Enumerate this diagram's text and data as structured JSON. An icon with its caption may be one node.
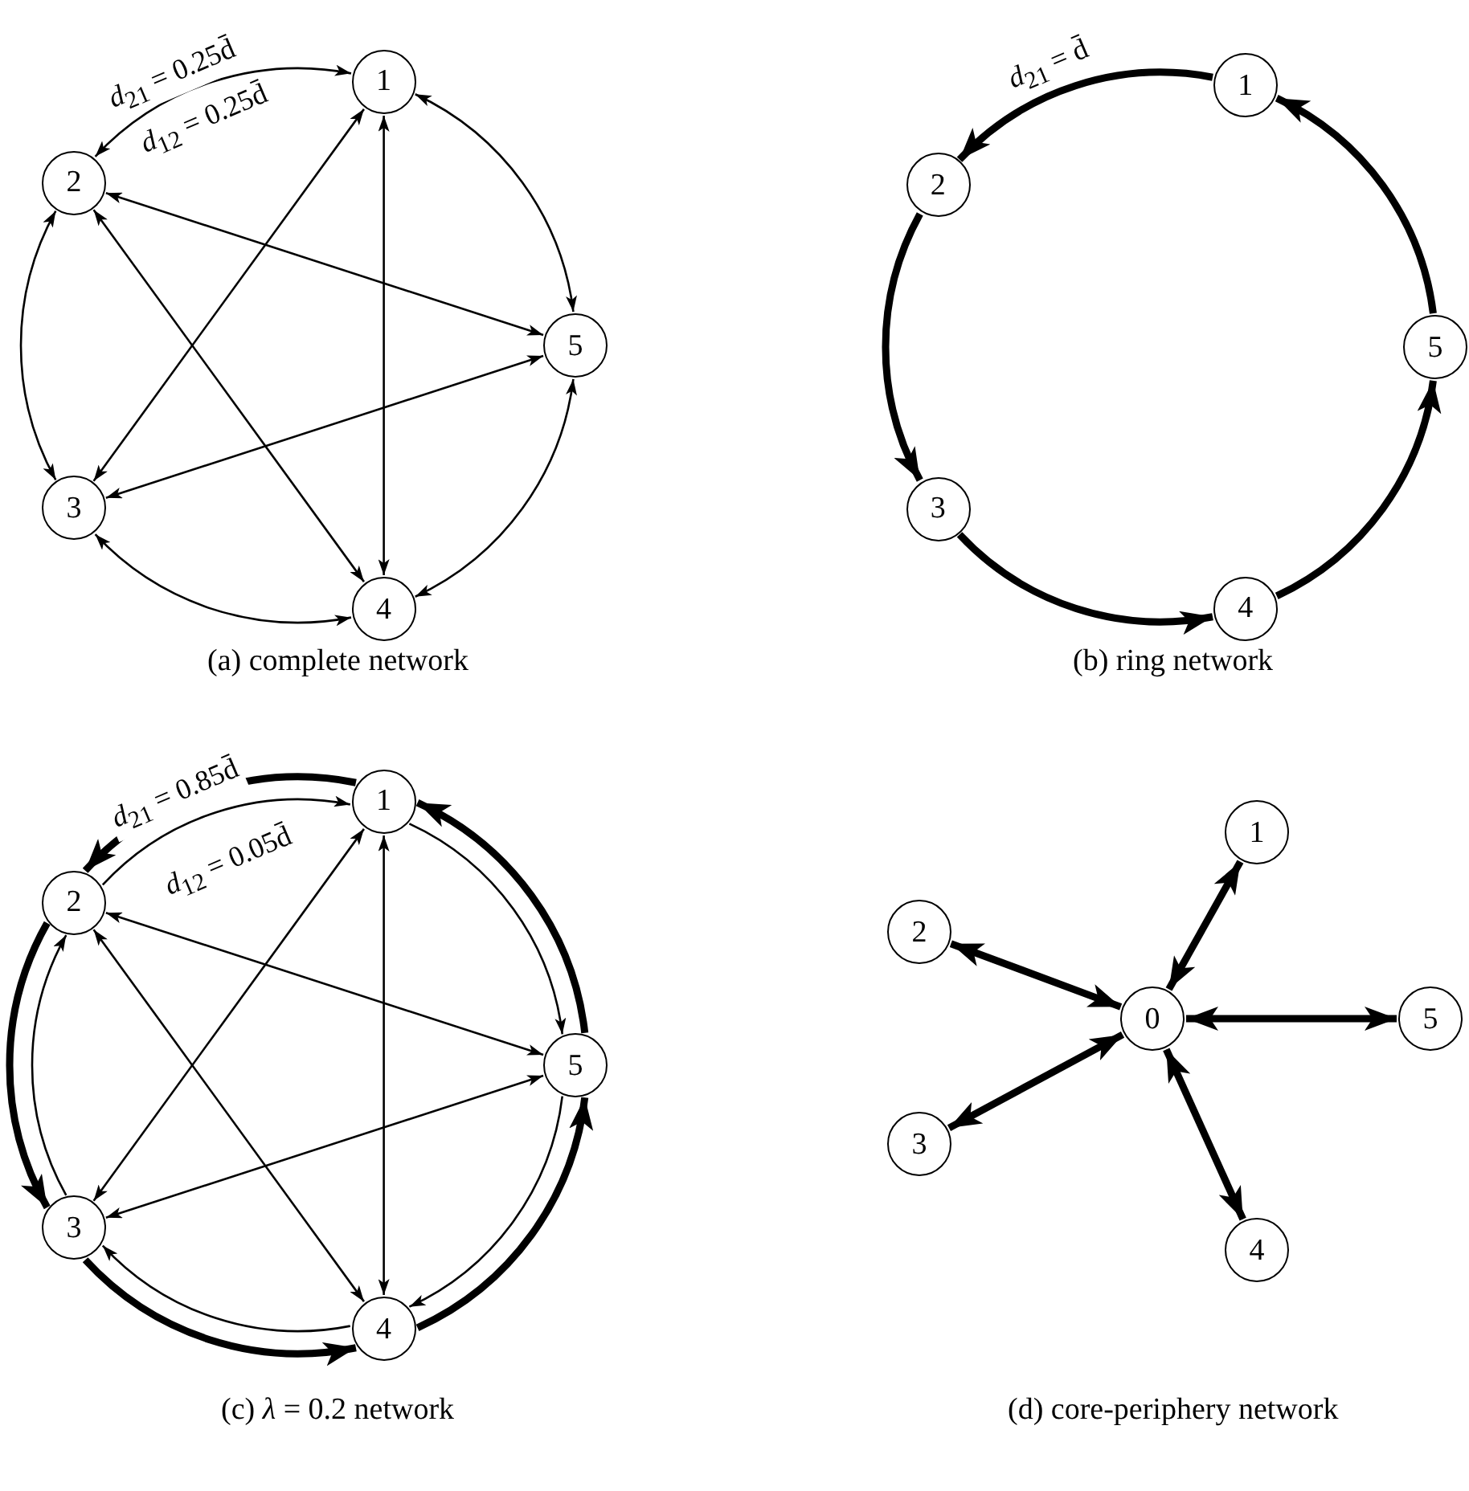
{
  "diagram": {
    "nodes": [
      {
        "text": [
          "1"
        ]
      },
      {
        "text": [
          "2"
        ]
      },
      {
        "text": [
          "3"
        ]
      },
      {
        "text": [
          "4"
        ]
      },
      {
        "text": [
          "5"
        ]
      },
      {
        "text": [
          "1"
        ]
      },
      {
        "text": [
          "2"
        ]
      },
      {
        "text": [
          "3"
        ]
      },
      {
        "text": [
          "4"
        ]
      },
      {
        "text": [
          "5"
        ]
      },
      {
        "text": [
          "1"
        ]
      },
      {
        "text": [
          "2"
        ]
      },
      {
        "text": [
          "3"
        ]
      },
      {
        "text": [
          "4"
        ]
      },
      {
        "text": [
          "5"
        ]
      },
      {
        "text": [
          "0"
        ]
      },
      {
        "text": [
          "1"
        ]
      },
      {
        "text": [
          "2"
        ]
      },
      {
        "text": [
          "3"
        ]
      },
      {
        "text": [
          "4"
        ]
      },
      {
        "text": [
          "5"
        ]
      }
    ],
    "edges": [
      {
        "from": 0,
        "to": 1,
        "arrow": "both",
        "label": "*d*$_{21}$ = 0.25d̄"
      },
      {
        "from": 1,
        "to": 2,
        "arrow": "both"
      },
      {
        "from": 2,
        "to": 3,
        "arrow": "both"
      },
      {
        "from": 3,
        "to": 4,
        "arrow": "both"
      },
      {
        "from": 4,
        "to": 0,
        "arrow": "both"
      },
      {
        "from": 0,
        "to": 2,
        "arrow": "both"
      },
      {
        "from": 0,
        "to": 3,
        "arrow": "both"
      },
      {
        "from": 1,
        "to": 3,
        "arrow": "both"
      },
      {
        "from": 1,
        "to": 4,
        "arrow": "both"
      },
      {
        "from": 2,
        "to": 4,
        "arrow": "both"
      },
      {
        "from": 5,
        "to": 6,
        "arrow": "to",
        "style": "thick",
        "label": "*d*$_{21}$ = d̄"
      },
      {
        "from": 6,
        "to": 7,
        "arrow": "to",
        "style": "thick"
      },
      {
        "from": 7,
        "to": 8,
        "arrow": "to",
        "style": "thick"
      },
      {
        "from": 8,
        "to": 9,
        "arrow": "to",
        "style": "thick"
      },
      {
        "from": 9,
        "to": 5,
        "arrow": "to",
        "style": "thick"
      },
      {
        "from": 10,
        "to": 11,
        "arrow": "to",
        "style": "thick",
        "label": "*d*$_{21}$ = 0.85d̄"
      },
      {
        "from": 11,
        "to": 12,
        "arrow": "to",
        "style": "thick"
      },
      {
        "from": 12,
        "to": 13,
        "arrow": "to",
        "style": "thick"
      },
      {
        "from": 13,
        "to": 14,
        "arrow": "to",
        "style": "thick"
      },
      {
        "from": 14,
        "to": 10,
        "arrow": "to",
        "style": "thick"
      },
      {
        "from": 11,
        "to": 10,
        "arrow": "to",
        "label": "*d*$_{12}$ = 0.05d̄"
      },
      {
        "from": 12,
        "to": 11,
        "arrow": "to"
      },
      {
        "from": 13,
        "to": 12,
        "arrow": "to"
      },
      {
        "from": 14,
        "to": 13,
        "arrow": "to"
      },
      {
        "from": 10,
        "to": 14,
        "arrow": "to"
      },
      {
        "from": 10,
        "to": 12,
        "arrow": "both"
      },
      {
        "from": 10,
        "to": 13,
        "arrow": "both"
      },
      {
        "from": 11,
        "to": 13,
        "arrow": "both"
      },
      {
        "from": 11,
        "to": 14,
        "arrow": "both"
      },
      {
        "from": 12,
        "to": 14,
        "arrow": "both"
      },
      {
        "from": 15,
        "to": 16,
        "arrow": "both",
        "style": "thick"
      },
      {
        "from": 15,
        "to": 17,
        "arrow": "both",
        "style": "thick"
      },
      {
        "from": 15,
        "to": 18,
        "arrow": "both",
        "style": "thick"
      },
      {
        "from": 15,
        "to": 19,
        "arrow": "both",
        "style": "thick"
      },
      {
        "from": 15,
        "to": 20,
        "arrow": "both",
        "style": "thick"
      }
    ],
    "labels": [
      "*d*$_{12}$ = 0.25d̄",
      "(a) complete network",
      "(b) ring network",
      "(c) *λ* = 0.2 network",
      "(d) core-periphery network"
    ]
  }
}
